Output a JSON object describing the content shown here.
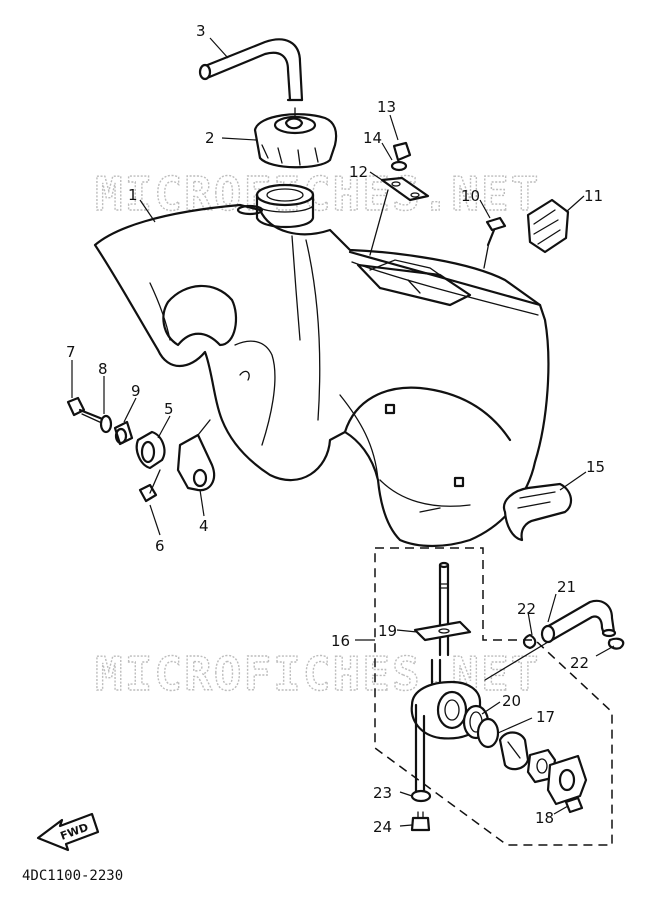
{
  "watermark": {
    "text_top": "MICROFICHES.NET",
    "text_bottom": "MICROFICHES.NET"
  },
  "footer": {
    "part_code": "4DC1100-2230",
    "fwd_label": "FWD"
  },
  "callouts": [
    {
      "id": "1",
      "label": "1"
    },
    {
      "id": "2",
      "label": "2"
    },
    {
      "id": "3",
      "label": "3"
    },
    {
      "id": "4",
      "label": "4"
    },
    {
      "id": "5",
      "label": "5"
    },
    {
      "id": "6",
      "label": "6"
    },
    {
      "id": "7",
      "label": "7"
    },
    {
      "id": "8",
      "label": "8"
    },
    {
      "id": "9",
      "label": "9"
    },
    {
      "id": "10",
      "label": "10"
    },
    {
      "id": "11",
      "label": "11"
    },
    {
      "id": "12",
      "label": "12"
    },
    {
      "id": "13",
      "label": "13"
    },
    {
      "id": "14",
      "label": "14"
    },
    {
      "id": "15",
      "label": "15"
    },
    {
      "id": "16",
      "label": "16"
    },
    {
      "id": "17",
      "label": "17"
    },
    {
      "id": "18",
      "label": "18"
    },
    {
      "id": "19",
      "label": "19"
    },
    {
      "id": "20",
      "label": "20"
    },
    {
      "id": "21",
      "label": "21"
    },
    {
      "id": "22a",
      "label": "22"
    },
    {
      "id": "22b",
      "label": "22"
    },
    {
      "id": "23",
      "label": "23"
    },
    {
      "id": "24",
      "label": "24"
    }
  ]
}
